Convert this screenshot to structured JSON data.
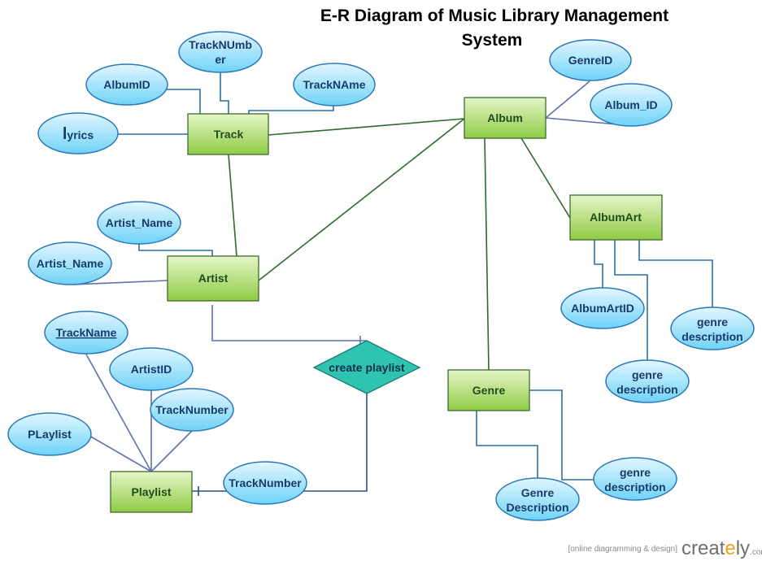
{
  "title": {
    "line1": "E-R Diagram of Music Library Management",
    "line2": "System"
  },
  "entities": {
    "track": "Track",
    "album": "Album",
    "artist": "Artist",
    "album_art": "AlbumArt",
    "genre": "Genre",
    "playlist": "Playlist"
  },
  "relationship": {
    "create_playlist": "create playlist"
  },
  "attributes": {
    "track_number_1": "TrackNUmb",
    "track_number_2": "er",
    "album_id": "AlbumID",
    "track_name": "TrackNAme",
    "lyrics_initial": "l",
    "lyrics_rest": "yrics",
    "genre_id": "GenreID",
    "album_id_2": "Album_ID",
    "artist_name_1": "Artist_Name",
    "artist_name_2": "Artist_Name",
    "playlist_track_name": "TrackName",
    "playlist_artist_id": "ArtistID",
    "playlist_track_number": "TrackNumber",
    "playlist_playlist": "PLaylist",
    "playlist_track_number_2": "TrackNumber",
    "album_art_id": "AlbumArtID",
    "art_genre_desc_1a": "genre",
    "art_genre_desc_1b": "description",
    "art_genre_desc_2a": "genre",
    "art_genre_desc_2b": "description",
    "genre_desc_upper_a": "Genre",
    "genre_desc_upper_b": "Description",
    "genre_desc_lower_a": "genre",
    "genre_desc_lower_b": "description"
  },
  "footer": {
    "note": "[online diagramming & design]",
    "brand_a": "creat",
    "brand_dot": "e",
    "brand_b": "ly",
    "brand_com": ".com"
  },
  "colors": {
    "entity_fill_top": "#e6f5c8",
    "entity_fill_bottom": "#8fcc45",
    "entity_stroke": "#3d6b2e",
    "attr_fill_top": "#e2f6ff",
    "attr_fill_bottom": "#6fd3f7",
    "attr_stroke": "#2a78b8",
    "relation_fill": "#2ec4b0",
    "relation_stroke": "#1b7a6e",
    "line_green": "#2e6b2e",
    "line_blue": "#2a6fa8",
    "line_slate": "#6070b0"
  }
}
